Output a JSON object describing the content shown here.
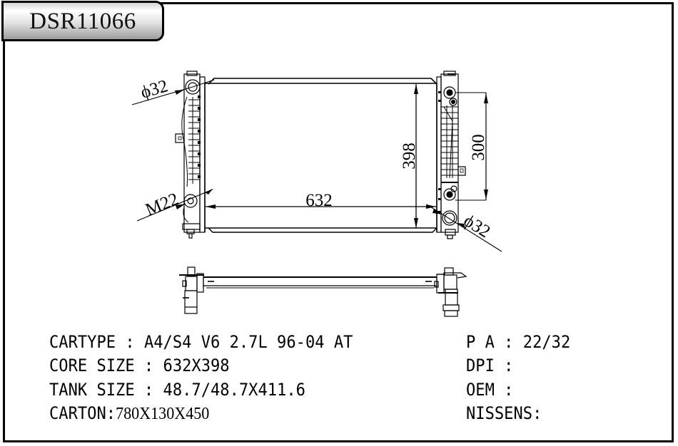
{
  "title": "DSR11066",
  "drawing": {
    "dimensions": {
      "width": "632",
      "height": "398",
      "port_spacing": "300",
      "inlet_diameter": "ϕ32",
      "outlet_diameter": "ϕ32",
      "drain_thread": "M22"
    }
  },
  "specs": {
    "left": [
      {
        "label": "CARTYPE",
        "sep": " : ",
        "value": "A4/S4 V6 2.7L 96-04 AT"
      },
      {
        "label": "CORE SIZE",
        "sep": " : ",
        "value": "632X398"
      },
      {
        "label": "TANK SIZE",
        "sep": " : ",
        "value": "48.7/48.7X411.6"
      },
      {
        "label": "CARTON",
        "sep": ":",
        "value": "780X130X450"
      }
    ],
    "right": [
      {
        "label": "P A",
        "sep": " : ",
        "value": "22/32"
      },
      {
        "label": "DPI",
        "sep": " :",
        "value": ""
      },
      {
        "label": "OEM",
        "sep": " :",
        "value": ""
      },
      {
        "label": "NISSENS",
        "sep": ":",
        "value": ""
      }
    ]
  }
}
